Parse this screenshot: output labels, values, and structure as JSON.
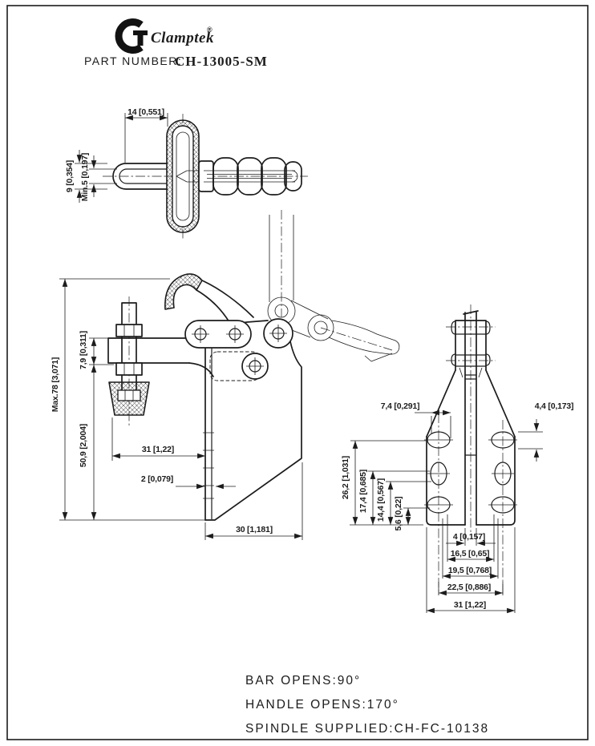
{
  "colors": {
    "ink": "#1c1c1c",
    "paper": "#ffffff"
  },
  "header": {
    "brand": "Clamptek",
    "registered_mark": "®",
    "part_number_label": "PART NUMBER:",
    "part_number": "CH-13005-SM"
  },
  "top_view": {
    "dim_grip_offset": "14 [0,551]",
    "dim_bar_diameter": "9 [0,354]",
    "dim_min_thread": "Min.5 [0,197]"
  },
  "side_view": {
    "dim_overall_height": "Max.78 [3,071]",
    "dim_spindle_adjust": "7,9 [0,311]",
    "dim_clearance_height": "50,9 [2,004]",
    "dim_spindle_reach": "31 [1,22]",
    "dim_plate_thickness": "2 [0,079]",
    "dim_base_depth": "30 [1,181]"
  },
  "front_view": {
    "dim_slot_length": "7,4 [0,291]",
    "dim_slot_width": "4,4 [0,173]",
    "dim_slot1_height": "26,2 [1,031]",
    "dim_slot2_height": "17,4 [0,685]",
    "dim_slot2_bottom": "14,4 [0,567]",
    "dim_slot3_height": "5,6 [0,22]",
    "dim_center_slot": "4 [0,157]",
    "dim_slots_inner": "16,5 [0,65]",
    "dim_slots_mid": "19,5 [0,768]",
    "dim_slots_centers": "22,5 [0,886]",
    "dim_base_width": "31 [1,22]"
  },
  "notes": {
    "bar_opens": "BAR OPENS:90°",
    "handle_opens": "HANDLE OPENS:170°",
    "spindle_supplied": "SPINDLE SUPPLIED:CH-FC-10138"
  }
}
